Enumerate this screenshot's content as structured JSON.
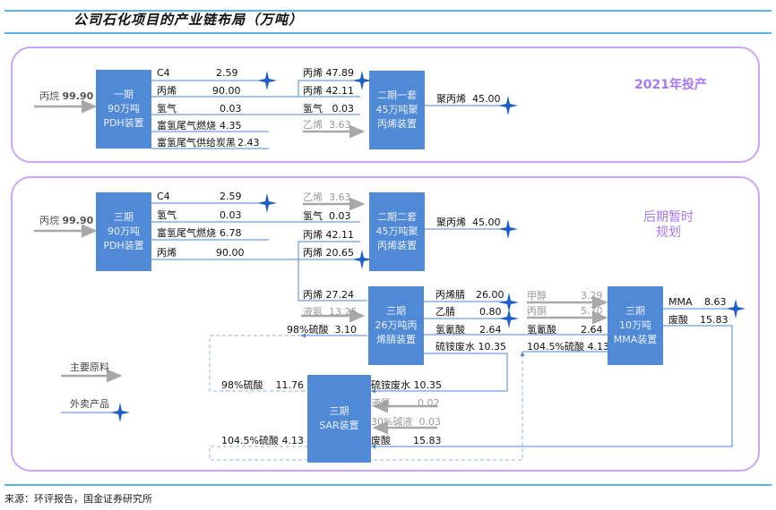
{
  "title": "公司石化项目的产业链布局（万吨）",
  "source": "来源：环评报告，国金证券研究所",
  "phase1": {
    "label": "2021年投产",
    "input": {
      "name": "丙烷",
      "value": "99.90"
    },
    "pdh_unit": [
      "一期",
      "90万吨",
      "PDH装置"
    ],
    "pdh_outputs": [
      {
        "name": "C4",
        "value": "2.59"
      },
      {
        "name": "丙烯",
        "value": "90.00"
      },
      {
        "name": "氢气",
        "value": "0.03"
      },
      {
        "name": "富氢尾气燃烧",
        "value": "4.35"
      },
      {
        "name": "富氢尾气供给炭黑",
        "value": "2.43"
      }
    ],
    "pp_inputs": [
      {
        "name": "丙烯",
        "value": "47.89"
      },
      {
        "name": "丙烯",
        "value": "42.11"
      },
      {
        "name": "氢气",
        "value": "0.03"
      },
      {
        "name": "乙烯",
        "value": "3.63"
      }
    ],
    "pp_unit": [
      "二期一套",
      "45万吨聚",
      "丙烯装置"
    ],
    "pp_output": {
      "name": "聚丙烯",
      "value": "45.00"
    }
  },
  "phase2": {
    "label": [
      "后期暂时",
      "规划"
    ],
    "input": {
      "name": "丙烷",
      "value": "99.90"
    },
    "pdh_unit": [
      "三期",
      "90万吨",
      "PDH装置"
    ],
    "pdh_outputs": [
      {
        "name": "C4",
        "value": "2.59"
      },
      {
        "name": "氢气",
        "value": "0.03"
      },
      {
        "name": "富氢尾气燃烧",
        "value": "6.78"
      },
      {
        "name": "丙烯",
        "value": "90.00"
      }
    ],
    "pp_inputs": [
      {
        "name": "乙烯",
        "value": "3.63"
      },
      {
        "name": "氢气",
        "value": "0.03"
      },
      {
        "name": "丙烯",
        "value": "42.11"
      },
      {
        "name": "丙烯",
        "value": "20.65"
      }
    ],
    "pp_unit": [
      "二期二套",
      "45万吨聚",
      "丙烯装置"
    ],
    "pp_output": {
      "name": "聚丙烯",
      "value": "45.00"
    },
    "an_inputs": [
      {
        "name": "丙烯",
        "value": "27.24"
      },
      {
        "name": "液氨",
        "value": "13.25"
      },
      {
        "name": "98%硫酸",
        "value": "3.10"
      }
    ],
    "an_unit": [
      "三期",
      "26万吨丙",
      "烯腈装置"
    ],
    "an_outputs": [
      {
        "name": "丙烯腈",
        "value": "26.00"
      },
      {
        "name": "乙腈",
        "value": "0.80"
      },
      {
        "name": "氢氰酸",
        "value": "2.64"
      },
      {
        "name": "硫铵废水",
        "value": "10.35"
      }
    ],
    "mma_inputs": [
      {
        "name": "甲醇",
        "value": "3.29"
      },
      {
        "name": "丙酮",
        "value": "5.70"
      },
      {
        "name": "氢氰酸",
        "value": "2.64"
      },
      {
        "name": "104.5%硫酸",
        "value": "4.13"
      }
    ],
    "mma_unit": [
      "三期",
      "10万吨",
      "MMA装置"
    ],
    "mma_outputs": [
      {
        "name": "MMA",
        "value": "8.63"
      },
      {
        "name": "废酸",
        "value": "15.83"
      }
    ],
    "sar_unit": [
      "三期",
      "SAR装置"
    ],
    "sar_left": [
      {
        "name": "98%硫酸",
        "value": "11.76"
      },
      {
        "name": "104.5%硫酸",
        "value": "4.13"
      }
    ],
    "sar_right": [
      {
        "name": "硫铵废水",
        "value": "10.35"
      },
      {
        "name": "液氨",
        "value": "0.02"
      },
      {
        "name": "30%碱液",
        "value": "0.03"
      },
      {
        "name": "废酸",
        "value": "15.83"
      }
    ]
  },
  "legend": {
    "raw_material": "主要原料",
    "external_product": "外卖产品"
  },
  "colors": {
    "unit_box": "#5089d5",
    "flow_line": "#4a86d4",
    "raw_arrow": "#a8a8a8",
    "star": "#1f5fc4",
    "panel_border": "#c8a8f5",
    "phase_label": "#a679f0",
    "rule": "#5ab3e6"
  }
}
